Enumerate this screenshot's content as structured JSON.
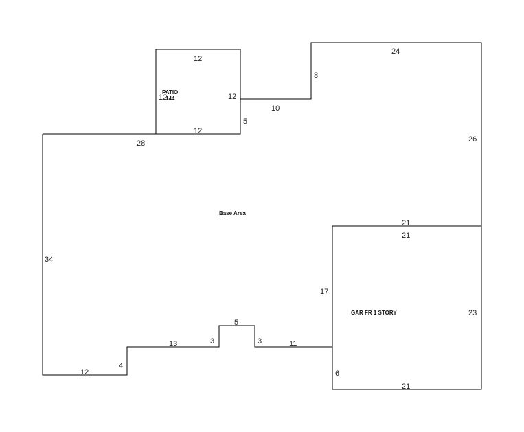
{
  "areas": {
    "patio": {
      "name": "PATIO",
      "size": "144"
    },
    "base": {
      "name": "Base Area"
    },
    "garage": {
      "name": "GAR FR 1 STORY"
    }
  },
  "dimensions": {
    "patio_top": "12",
    "patio_left": "12",
    "patio_right": "12",
    "patio_bottom": "12",
    "upper_step_right": "5",
    "upper_step_top": "10",
    "upper_step_left": "8",
    "top_right": "24",
    "right_upper": "26",
    "left_top": "28",
    "left_side": "34",
    "garage_outer_top": "21",
    "garage_inner_top": "21",
    "garage_left": "17",
    "garage_right": "23",
    "garage_bottom": "21",
    "garage_lower_left": "6",
    "bottom_left": "12",
    "bottom_step_up": "4",
    "bottom_mid": "13",
    "notch_left": "3",
    "notch_top": "5",
    "notch_right": "3",
    "bottom_right_run": "11"
  },
  "colors": {
    "line": "#000000",
    "text": "#222222",
    "background": "#ffffff"
  }
}
